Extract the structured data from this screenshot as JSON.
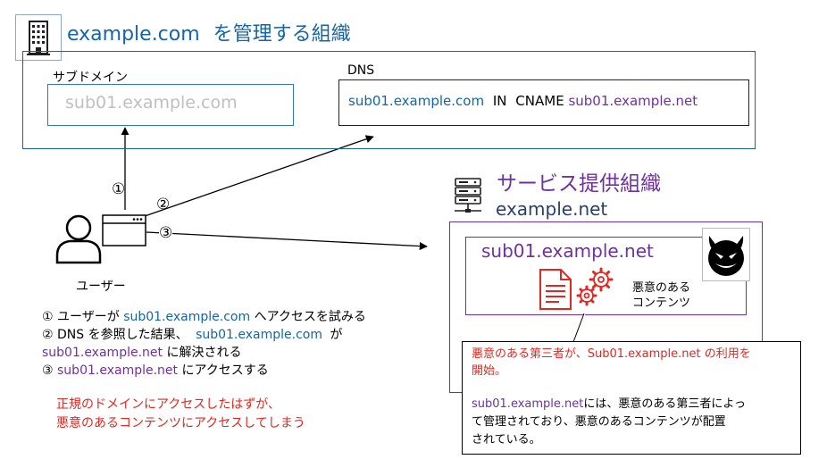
{
  "org_title": {
    "domain": "example.com",
    "suffix": "を管理する組織"
  },
  "subdomain_box": {
    "label": "サブドメイン",
    "value": "sub01.example.com"
  },
  "dns_box": {
    "label": "DNS",
    "record_name": "sub01.example.com",
    "record_class": "IN",
    "record_type": "CNAME",
    "record_target": "sub01.example.net"
  },
  "service_org": {
    "title": "サービス提供組織",
    "domain": "example.net"
  },
  "inner_box": {
    "domain": "sub01.example.net",
    "content_label_line1": "悪意のある",
    "content_label_line2": "コンテンツ"
  },
  "user": {
    "label": "ユーザー"
  },
  "arrow_labels": [
    "①",
    "②",
    "③"
  ],
  "steps": {
    "s1_num": "①",
    "s1_a": "ユーザーが",
    "s1_b": "sub01.example.com",
    "s1_c": "へアクセスを試みる",
    "s2_num": "②",
    "s2_a": "DNS を参照した結果、",
    "s2_b": "sub01.example.com",
    "s2_c": "が",
    "s2b_a": "sub01.example.net",
    "s2b_b": "に解決される",
    "s3_num": "③",
    "s3_a": "sub01.example.net",
    "s3_b": "にアクセスする"
  },
  "warning": {
    "line1": "正規のドメインにアクセスしたはずが、",
    "line2": "悪意のあるコンテンツにアクセスしてしまう"
  },
  "callout": {
    "red_line1": "悪意のある第三者が、Sub01.example.net の利用を",
    "red_line2": "開始。",
    "body_domain": "sub01.example.net",
    "body_line1_rest": "には、悪意のある第三者によっ",
    "body_line2": "て管理されており、悪意のあるコンテンツが配置",
    "body_line3": "されている。"
  },
  "colors": {
    "blue": "#1565a8",
    "purple": "#7030a0",
    "red": "#e3261f",
    "gray": "#bfbfbf"
  },
  "icons": [
    "building-icon",
    "server-icon",
    "user-icon",
    "browser-icon",
    "document-icon",
    "gears-icon",
    "devil-icon"
  ]
}
